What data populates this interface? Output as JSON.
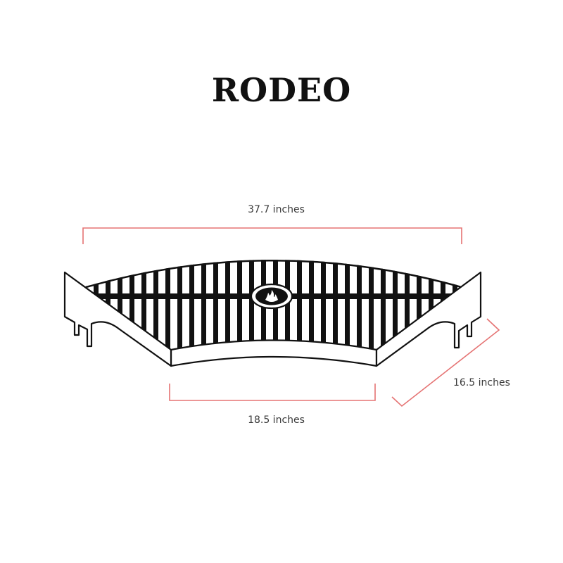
{
  "title": "RODEO",
  "product": {
    "name": "RODEO",
    "logo_icon": "flame-icon"
  },
  "dimensions": {
    "overall_width": "37.7 inches",
    "inner_width": "18.5 inches",
    "depth": "16.5 inches"
  },
  "colors": {
    "dimension_line": "#e57373",
    "outline": "#111111",
    "background": "#ffffff",
    "label_text": "#3a3a3a"
  }
}
